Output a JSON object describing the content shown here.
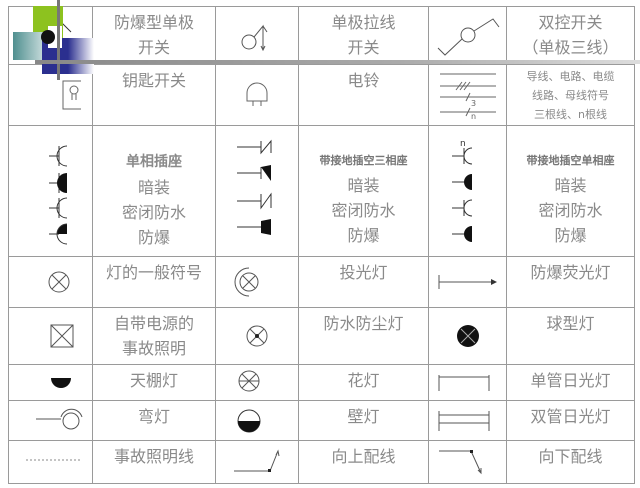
{
  "rows": [
    {
      "c1": "防爆型单极",
      "c1b": "开关",
      "c2": "单极拉线",
      "c2b": "开关",
      "c3": "双控开关",
      "c3b": "（单极三线）"
    },
    {
      "c1": "钥匙开关",
      "c2": "电铃",
      "c3": "导线、电路、电缆",
      "c3b": "线路、母线符号",
      "c3c": "三根线、n根线",
      "wire_labels": [
        "3",
        "n"
      ]
    },
    {
      "c1": [
        "单相插座",
        "暗装",
        "密闭防水",
        "防爆"
      ],
      "c2": [
        "带接地插空三相座",
        "暗装",
        "密闭防水",
        "防爆"
      ],
      "c3": [
        "带接地插空单相座",
        "暗装",
        "密闭防水",
        "防爆"
      ],
      "n_label": "n"
    },
    {
      "c1": "灯的一般符号",
      "c2": "投光灯",
      "c3": "防爆荧光灯"
    },
    {
      "c1": "自带电源的",
      "c1b": "事故照明",
      "c2": "防水防尘灯",
      "c3": "球型灯"
    },
    {
      "c1": "天棚灯",
      "c2": "花灯",
      "c3": "单管日光灯"
    },
    {
      "c1": "弯灯",
      "c2": "壁灯",
      "c3": "双管日光灯"
    },
    {
      "c1": "事故照明线",
      "c2": "向上配线",
      "c3": "向下配线"
    }
  ],
  "colors": {
    "text": "#8a8a8a",
    "border": "#9a9a9a",
    "logo_green": "#8dc21f",
    "logo_blue": "#2b2f8f",
    "logo_teal": "#4f8f8f"
  }
}
